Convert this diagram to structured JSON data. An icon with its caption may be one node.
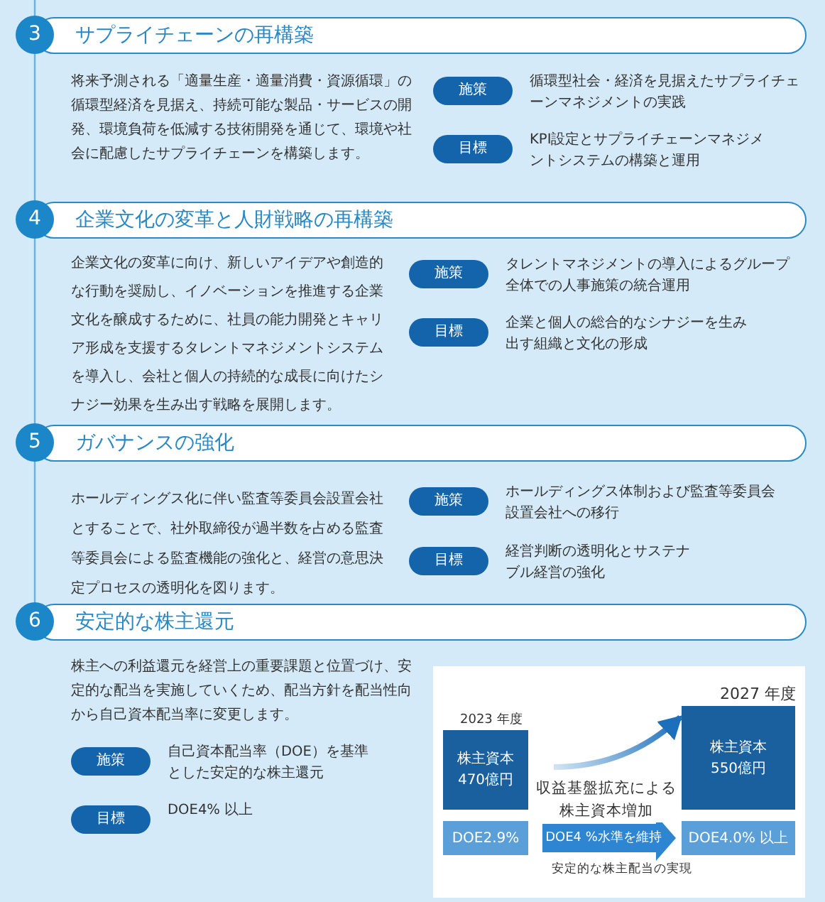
{
  "diagram": {
    "nodes": [
      {
        "text": [
          "3",
          "サプライチェーンの再構築"
        ]
      },
      {
        "text": [
          "施策"
        ],
        "beside": [
          "循環型社会・経済を見据えたサプライチェーンマネジメントの実践"
        ]
      },
      {
        "text": [
          "目標"
        ],
        "beside": [
          "KPI設定とサプライチェーンマネジメントシステムの構築と運用"
        ]
      },
      {
        "text": [
          "4",
          "企業文化の変革と人財戦略の再構築"
        ]
      },
      {
        "text": [
          "施策"
        ],
        "beside": [
          "タレントマネジメントの導入によるグループ全体での人事施策の統合運用"
        ]
      },
      {
        "text": [
          "目標"
        ],
        "beside": [
          "企業と個人の総合的なシナジーを生み出す組織と文化の形成"
        ]
      },
      {
        "text": [
          "5",
          "ガバナンスの強化"
        ]
      },
      {
        "text": [
          "施策"
        ],
        "beside": [
          "ホールディングス体制および監査等委員会設置会社への移行"
        ]
      },
      {
        "text": [
          "目標"
        ],
        "beside": [
          "経営判断の透明化とサステナブル経営の強化"
        ]
      },
      {
        "text": [
          "6",
          "安定的な株主還元"
        ]
      },
      {
        "text": [
          "施策"
        ],
        "beside": [
          "自己資本配当率（DOE）を基準とした安定的な株主還元"
        ]
      },
      {
        "text": [
          "目標"
        ],
        "beside": [
          "DOE4% 以上"
        ]
      },
      {
        "text": [],
        "shape": "box"
      },
      {
        "text": [
          "株主資本",
          "470億円"
        ],
        "beside": [
          "2023 年度"
        ],
        "in": 12
      },
      {
        "text": [
          "DOE2.9%"
        ],
        "in": 12
      },
      {
        "text": [
          "株主資本",
          "550億円"
        ],
        "beside": [
          "2027 年度"
        ],
        "in": 12
      },
      {
        "text": [
          "DOE4.0% 以上"
        ],
        "in": 12
      }
    ],
    "edges": [
      {
        "from": 13,
        "to": 15,
        "arrow": "to",
        "label": "収益基盤拡充による株主資本増加"
      },
      {
        "from": 14,
        "to": 16,
        "arrow": "to",
        "label": "DOE4 %水準を維持"
      }
    ],
    "labels": [
      "将来予測される「適量生産・適量消費・資源循環」の循環型経済を見据え、持続可能な製品・サービスの開発、環境負荷を低減する技術開発を通じて、環境や社会に配慮したサプライチェーンを構築します。",
      "企業文化の変革に向け、新しいアイデアや創造的な行動を奨励し、イノベーションを推進する企業文化を醸成するために、社員の能力開発とキャリア形成を支援するタレントマネジメントシステムを導入し、会社と個人の持続的な成長に向けたシナジー効果を生み出す戦略を展開します。",
      "ホールディングス化に伴い監査等委員会設置会社とすることで、社外取締役が過半数を占める監査等委員会による監査機能の強化と、経営の意思決定プロセスの透明化を図ります。",
      "株主への利益還元を経営上の重要課題と位置づけ、安定的な配当を実施していくため、配当方針を配当性向から自己資本配当率に変更します。",
      "安定的な株主配当の実現"
    ]
  }
}
